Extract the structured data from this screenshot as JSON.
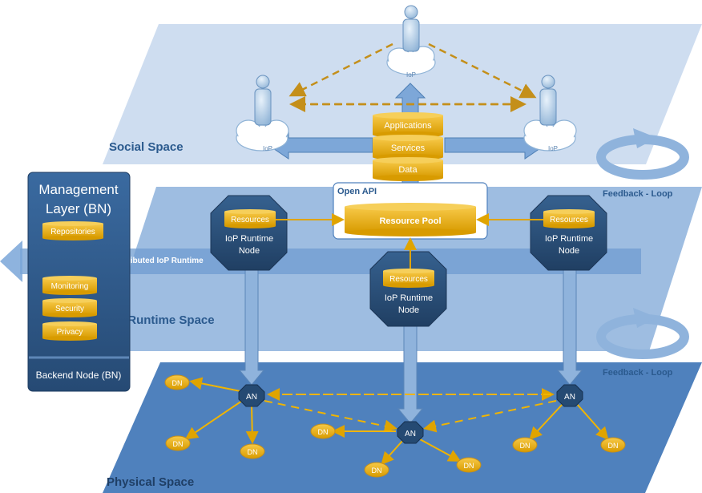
{
  "spaces": {
    "social": "Social Space",
    "runtime": "IoP Runtime Space",
    "physical": "Physical Space"
  },
  "feedback_loop": "Feedback - Loop",
  "open_api": "Open API",
  "resource_pool": "Resource Pool",
  "stack": {
    "applications": "Applications",
    "services": "Services",
    "data": "Data"
  },
  "iop_label": "IoP",
  "resources_label": "Resources",
  "runtime_node": {
    "line1": "IoP Runtime",
    "line2": "Node"
  },
  "distributed_runtime": "Distributed IoP Runtime",
  "management": {
    "title_line1": "Management",
    "title_line2": "Layer (BN)",
    "repositories": "Repositories",
    "monitoring": "Monitoring",
    "security": "Security",
    "privacy": "Privacy",
    "backend_node": "Backend Node (BN)"
  },
  "an_label": "AN",
  "dn_label": "DN",
  "colors": {
    "social_plane": "#c7d8ee",
    "runtime_plane": "#8fb3de",
    "physical_plane": "#4f81bd",
    "gold": "#e0a400",
    "node_dark": "#2a4d75",
    "management": "#2f5c8f",
    "text_blue": "#2b5a8e"
  }
}
